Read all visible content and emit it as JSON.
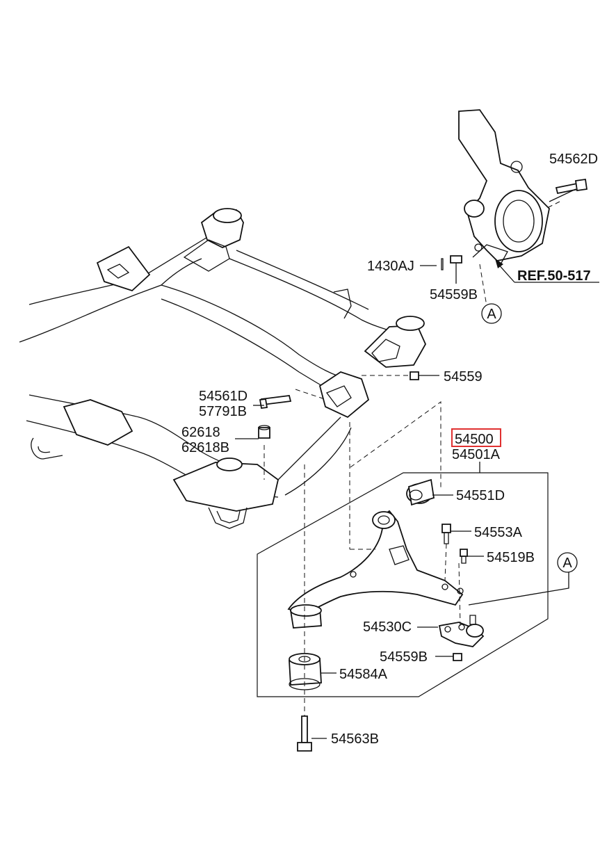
{
  "diagram": {
    "highlight_color": "#e03030",
    "line_color": "#111111",
    "ref_label": "REF.50-517",
    "callout_letter": "A",
    "parts": {
      "p54562D": "54562D",
      "p1430AJ": "1430AJ",
      "p54559B_top": "54559B",
      "p54559": "54559",
      "p54561D": "54561D",
      "p57791B": "57791B",
      "p62618": "62618",
      "p62618B": "62618B",
      "p54500": "54500",
      "p54501A": "54501A",
      "p54551D": "54551D",
      "p54553A": "54553A",
      "p54519B": "54519B",
      "p54530C": "54530C",
      "p54559B_bottom": "54559B",
      "p54584A": "54584A",
      "p54563B": "54563B"
    }
  }
}
